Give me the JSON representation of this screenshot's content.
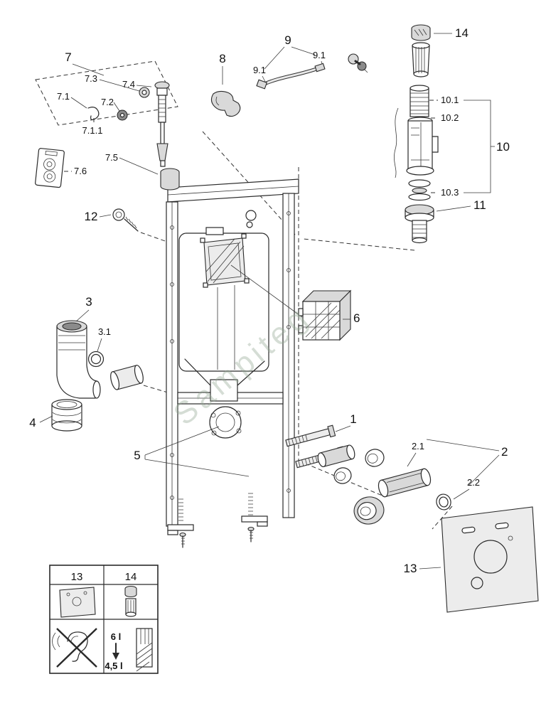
{
  "watermark": "Sampiteg",
  "callouts": {
    "c1": "1",
    "c2": "2",
    "c2_1": "2.1",
    "c2_2": "2.2",
    "c3": "3",
    "c3_1": "3.1",
    "c4": "4",
    "c5": "5",
    "c6": "6",
    "c7": "7",
    "c7_1": "7.1",
    "c7_1_1": "7.1.1",
    "c7_2": "7.2",
    "c7_3": "7.3",
    "c7_4": "7.4",
    "c7_5": "7.5",
    "c7_6": "7.6",
    "c8": "8",
    "c9": "9",
    "c9_1": "9.1",
    "c10": "10",
    "c10_1": "10.1",
    "c10_2": "10.2",
    "c10_3": "10.3",
    "c11": "11",
    "c12": "12",
    "c13": "13",
    "c14": "14"
  },
  "legend": {
    "item13": "13",
    "item14": "14",
    "full_flush": "6 l",
    "reduced_flush": "4,5 l"
  },
  "colors": {
    "line": "#2a2a2a",
    "shade": "#d9d9d9",
    "watermark": "#93a893"
  }
}
